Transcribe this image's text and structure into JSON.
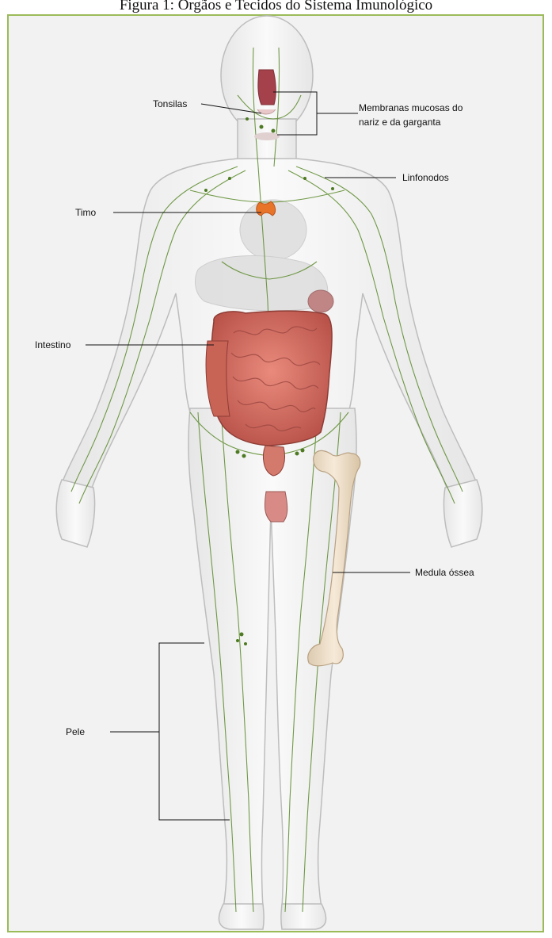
{
  "figure_title": "Figura 1: Órgãos e Tecidos do Sistema Imunológico",
  "labels": {
    "tonsils": "Tonsilas",
    "mucosa_line1": "Membranas mucosas do",
    "mucosa_line2": "nariz e da garganta",
    "lymph_nodes": "Linfonodos",
    "thymus": "Timo",
    "intestine": "Intestino",
    "bone_marrow": "Medula óssea",
    "skin": "Pele"
  },
  "colors": {
    "frame_border": "#9bbb59",
    "background": "#f2f2f2",
    "lymph_vessels": "#5a8a2a",
    "intestine": "#c8645a",
    "thymus": "#e8742a",
    "bone": "#ecdcc4",
    "body_outline": "#bdbdbd"
  },
  "icons": [
    "human-body-figure",
    "lymphatic-vessels",
    "intestine-organ",
    "thymus-organ",
    "femur-bone"
  ]
}
